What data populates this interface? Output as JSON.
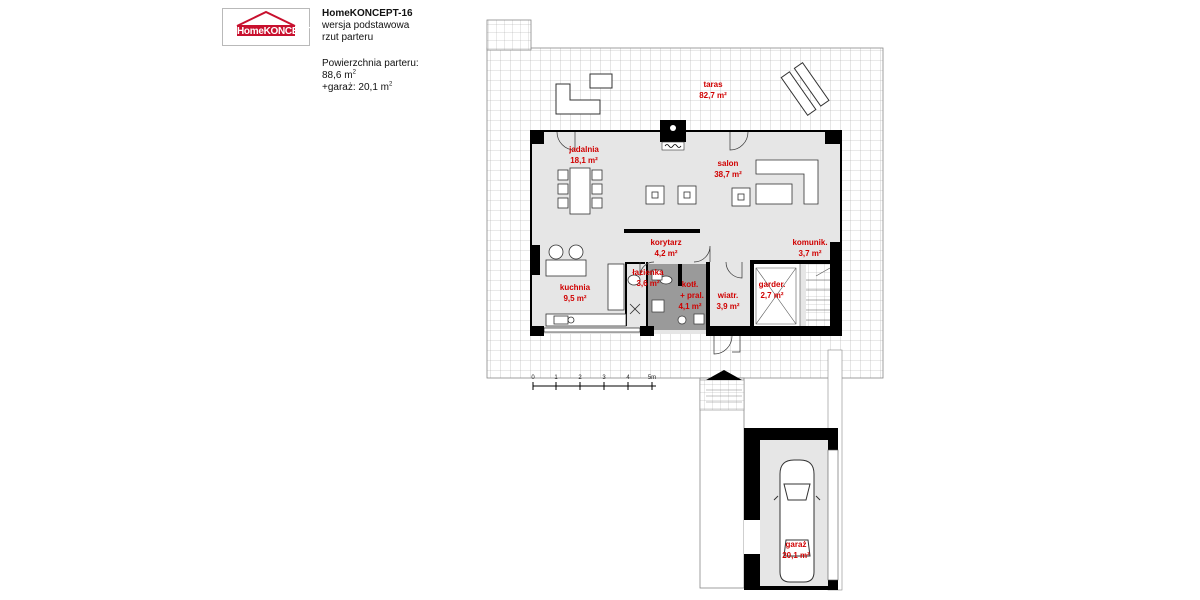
{
  "header": {
    "logo_home": "Home",
    "logo_koncept": "KONCEPT",
    "title": "HomeKONCEPT-16",
    "subtitle": "wersja podstawowa",
    "view": "rzut parteru",
    "area_label": "Powierzchnia parteru:",
    "area_value": "88,6 m",
    "garage_value": "+garaż: 20,1 m",
    "sup": "2"
  },
  "rooms": [
    {
      "id": "taras",
      "name": "taras",
      "area": "82,7 m²"
    },
    {
      "id": "jadalnia",
      "name": "jadalnia",
      "area": "18,1 m²"
    },
    {
      "id": "salon",
      "name": "salon",
      "area": "38,7 m²"
    },
    {
      "id": "korytarz",
      "name": "korytarz",
      "area": "4,2 m²"
    },
    {
      "id": "komunik",
      "name": "komunik.",
      "area": "3,7 m²"
    },
    {
      "id": "lazienka",
      "name": "łazienka",
      "area": "3,6 m²"
    },
    {
      "id": "kuchnia",
      "name": "kuchnia",
      "area": "9,5 m²"
    },
    {
      "id": "kotl",
      "name": "kotł.",
      "name2": "+ pral.",
      "area": "4,1 m²"
    },
    {
      "id": "wiatr",
      "name": "wiatr.",
      "area": "3,9 m²"
    },
    {
      "id": "garder",
      "name": "garder.",
      "area": "2,7 m²"
    },
    {
      "id": "garaz",
      "name": "garaż",
      "area": "20,1 m²"
    }
  ],
  "scale": {
    "ticks": [
      "0",
      "1",
      "2",
      "3",
      "4",
      "5m"
    ]
  },
  "colors": {
    "wall": "#000000",
    "floor": "#e6e6e6",
    "label": "#d00000",
    "grid": "#9a9a9a"
  }
}
